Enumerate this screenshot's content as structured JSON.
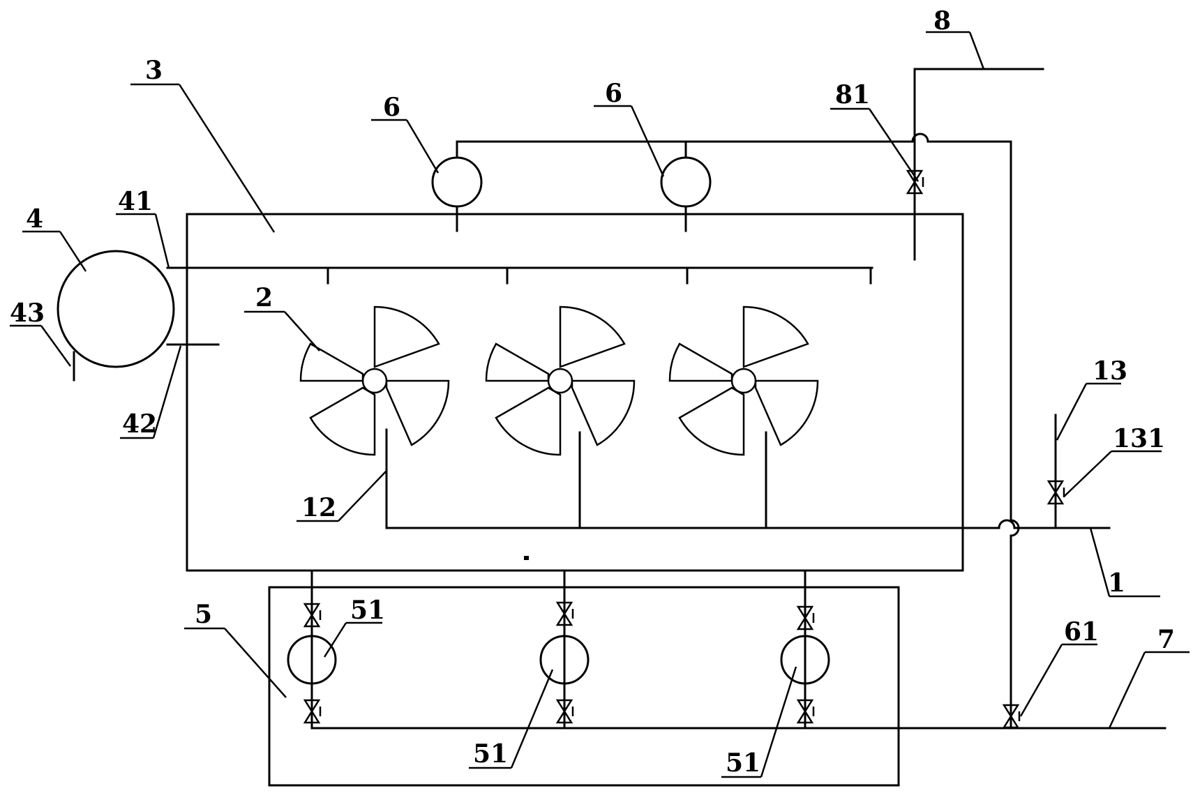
{
  "labels": {
    "l1": "1",
    "l2": "2",
    "l3": "3",
    "l4": "4",
    "l41": "41",
    "l42": "42",
    "l43": "43",
    "l5": "5",
    "l51a": "51",
    "l51b": "51",
    "l51c": "51",
    "l6a": "6",
    "l6b": "6",
    "l61": "61",
    "l7": "7",
    "l8": "8",
    "l81": "81",
    "l12": "12",
    "l13": "13",
    "l131": "131"
  }
}
